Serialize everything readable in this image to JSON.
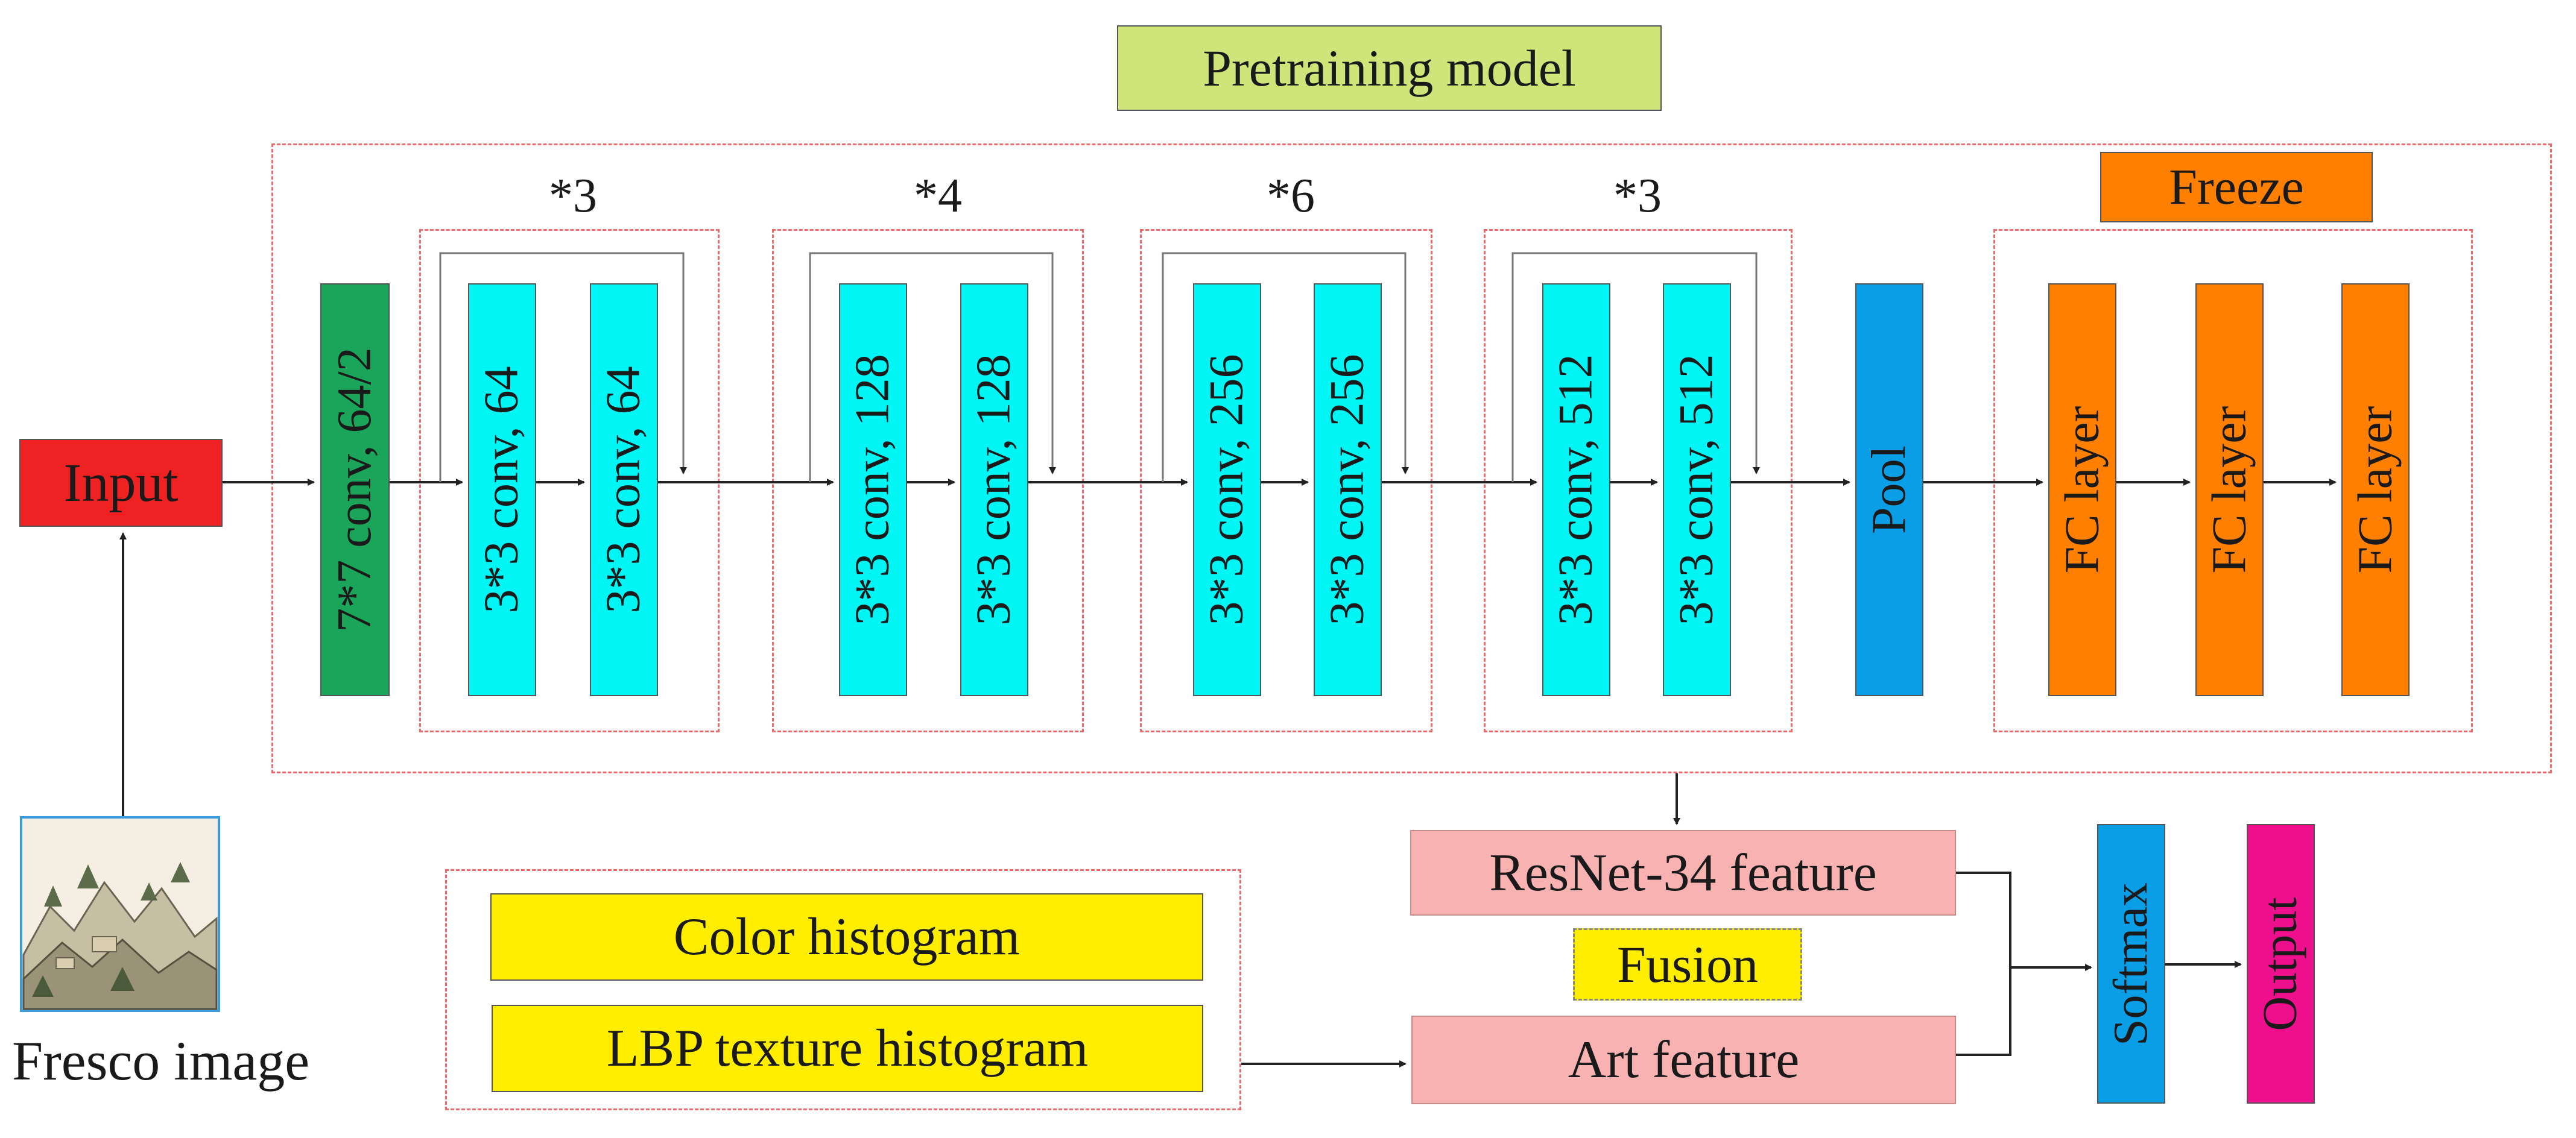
{
  "title": "Pretraining model",
  "input": "Input",
  "image_caption": "Fresco image",
  "first_conv": "7*7  conv, 64/2",
  "stages": [
    {
      "repeat": "*3",
      "conv_a": "3*3  conv, 64",
      "conv_b": "3*3  conv, 64"
    },
    {
      "repeat": "*4",
      "conv_a": "3*3  conv, 128",
      "conv_b": "3*3  conv, 128"
    },
    {
      "repeat": "*6",
      "conv_a": "3*3  conv, 256",
      "conv_b": "3*3  conv, 256"
    },
    {
      "repeat": "*3",
      "conv_a": "3*3  conv, 512",
      "conv_b": "3*3  conv, 512"
    }
  ],
  "pool": "Pool",
  "freeze": "Freeze",
  "fc_layers": [
    "FC  layer",
    "FC  layer",
    "FC  layer"
  ],
  "resnet_feature": "ResNet-34  feature",
  "fusion": "Fusion",
  "art_feature": "Art  feature",
  "color_histogram": "Color histogram",
  "lbp_histogram": "LBP texture histogram",
  "softmax": "Softmax",
  "output": "Output",
  "colors": {
    "title_bg": "#cfe57a",
    "input_bg": "#ee2222",
    "first_conv_bg": "#1aa55a",
    "conv_bg": "#00f5f5",
    "pool_bg": "#0a9ee6",
    "fc_bg": "#ff8000",
    "freeze_bg": "#ff8000",
    "feature_bg": "#f8b2b2",
    "fusion_bg": "#ffee00",
    "histogram_bg": "#ffee00",
    "softmax_bg": "#0a9ee6",
    "output_bg": "#ee0f8c",
    "dash": "#ee6b6b"
  }
}
